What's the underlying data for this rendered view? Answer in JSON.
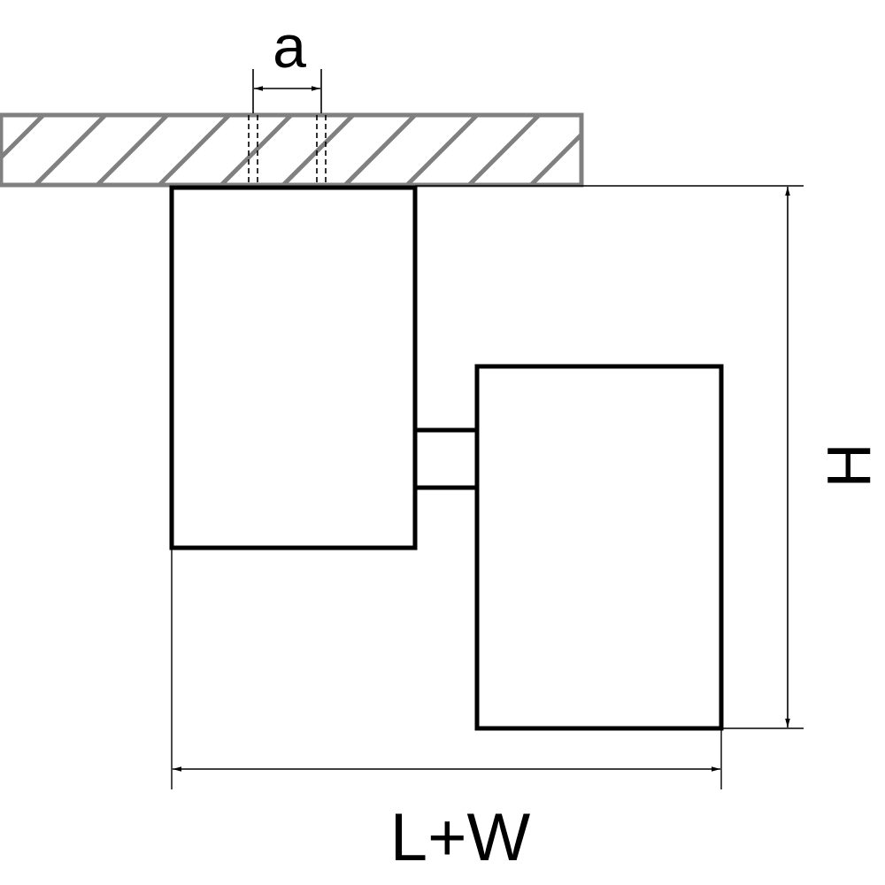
{
  "labels": {
    "hole_spacing": "a",
    "height": "H",
    "total_length": "L+W"
  },
  "colors": {
    "outline": "#000000",
    "ceiling": "#808080",
    "background": "#ffffff"
  }
}
